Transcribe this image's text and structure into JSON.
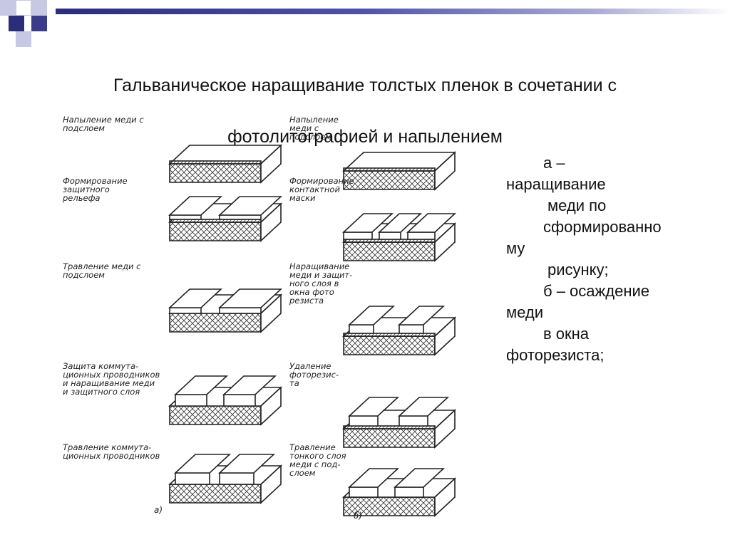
{
  "slide": {
    "title_line1": "Гальваническое наращивание толстых пленок в сочетании с",
    "title_line2": "фотолитографией и напылением"
  },
  "figure": {
    "left_labels": [
      [
        "Напыление меди с",
        "подслоем"
      ],
      [
        "Формирование",
        "защитного",
        "рельефа"
      ],
      [
        "Травление меди с",
        "подслоем"
      ],
      [
        "Защита коммута-",
        "ционных проводников",
        "и наращивание меди",
        "и защитного слоя"
      ],
      [
        "Травление коммута-",
        "ционных проводников"
      ]
    ],
    "right_labels": [
      [
        "Напыление",
        "меди с",
        "подслоем"
      ],
      [
        "Формирование",
        "контактной",
        "маски"
      ],
      [
        "Наращивание",
        "меди и защит-",
        "ного слоя в",
        "окна фото",
        "резиста"
      ],
      [
        "Удаление",
        "фоторезис-",
        "та"
      ],
      [
        "Травление",
        "тонкого слоя",
        "меди с под-",
        "слоем"
      ]
    ],
    "column_a_mark": "а)",
    "column_b_mark": "б)"
  },
  "caption": {
    "lines": [
      "а –",
      "наращивание",
      "меди по",
      "сформированно",
      "му",
      "рисунку;",
      "б – осаждение",
      "меди",
      "в окна",
      "фоторезиста;"
    ]
  },
  "colors": {
    "accent_dark": "#2b2d7a",
    "accent_light": "#a9abd4",
    "line": "#222222"
  }
}
